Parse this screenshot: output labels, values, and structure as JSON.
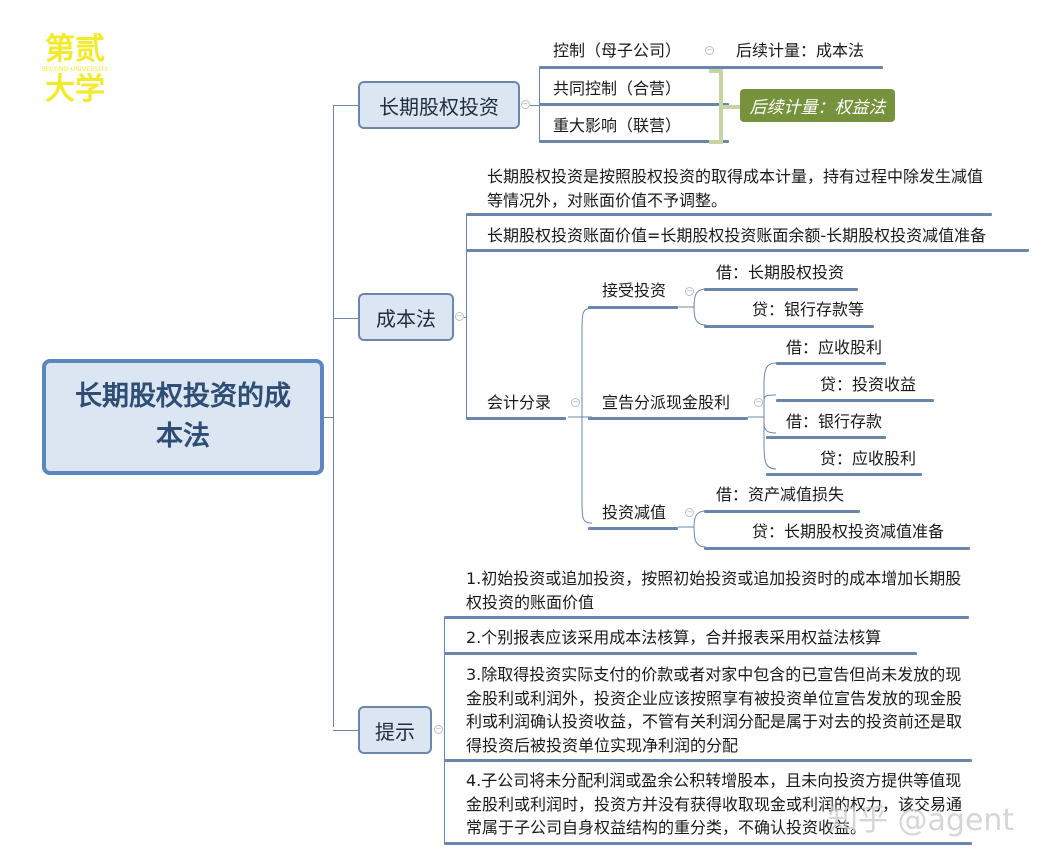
{
  "logo": {
    "line1": "第贰",
    "sub": "SECOND UNIVERSITY",
    "line2": "大学"
  },
  "root": {
    "title": "长期股权投资的成本法"
  },
  "branches": {
    "ltei": {
      "label": "长期股权投资",
      "children": [
        {
          "label": "控制（母子公司）",
          "note": "后续计量：成本法"
        },
        {
          "label": "共同控制（合营）"
        },
        {
          "label": "重大影响（联营）"
        }
      ],
      "summary": "后续计量：权益法"
    },
    "cost": {
      "label": "成本法",
      "definition": "长期股权投资是按照股权投资的取得成本计量，持有过程中除发生减值等情况外，对账面价值不予调整。",
      "formula": "长期股权投资账面价值=长期股权投资账面余额-长期股权投资减值准备",
      "entries": {
        "label": "会计分录",
        "items": [
          {
            "label": "接受投资",
            "lines": [
              "借：长期股权投资",
              "贷：银行存款等"
            ]
          },
          {
            "label": "宣告分派现金股利",
            "lines": [
              "借：应收股利",
              "贷：投资收益",
              "借：银行存款",
              "贷：应收股利"
            ]
          },
          {
            "label": "投资减值",
            "lines": [
              "借：资产减值损失",
              "贷：长期股权投资减值准备"
            ]
          }
        ]
      }
    },
    "tips": {
      "label": "提示",
      "items": [
        "1.初始投资或追加投资，按照初始投资或追加投资时的成本增加长期股权投资的账面价值",
        "2.个别报表应该采用成本法核算，合并报表采用权益法核算",
        "3.除取得投资实际支付的价款或者对家中包含的已宣告但尚未发放的现金股利或利润外，投资企业应该按照享有被投资单位宣告发放的现金股利或利润确认投资收益，不管有关利润分配是属于对去的投资前还是取得投资后被投资单位实现净利润的分配",
        "4.子公司将未分配利润或盈余公积转增股本，且未向投资方提供等值现金股利或利润时，投资方并没有获得收取现金或利润的权力，该交易通常属于子公司自身权益结构的重分类，不确认投资收益。"
      ]
    }
  },
  "watermark": "知乎 @agent",
  "colors": {
    "topic_fill": "#dce6f2",
    "topic_border": "#5b87be",
    "line": "#6a87ab",
    "summary_fill": "#76923c",
    "logo": "#f2ea2a"
  }
}
